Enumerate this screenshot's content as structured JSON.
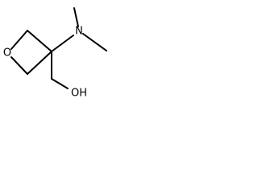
{
  "molecule": {
    "atoms": {
      "ring_oxygen": "O",
      "amine_nitrogen": "N",
      "hydroxyl": "OH"
    },
    "colors": {
      "background": "#ffffff",
      "ink": "#000000"
    }
  }
}
